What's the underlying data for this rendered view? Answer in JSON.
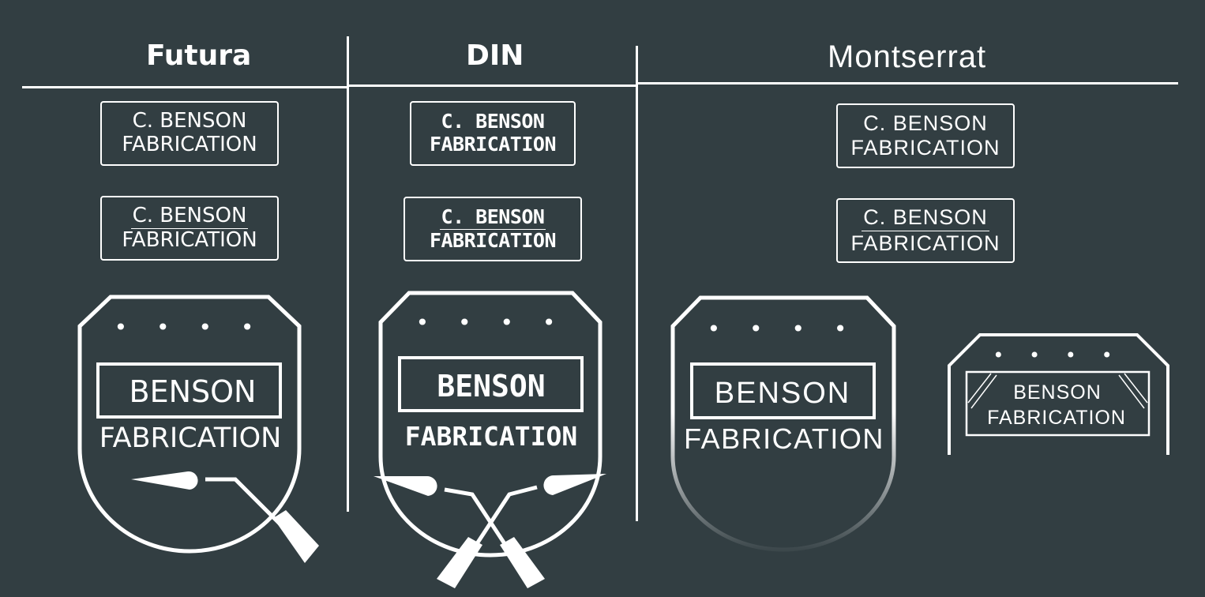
{
  "columns": [
    {
      "title": "Futura"
    },
    {
      "title": "DIN"
    },
    {
      "title": "Montserrat"
    }
  ],
  "labels": {
    "line1": "C. BENSON",
    "line2": "FABRICATION"
  },
  "badges": {
    "name": "BENSON",
    "sub": "FABRICATION",
    "dots": "• • • •"
  },
  "colors": {
    "background": "#323e42",
    "foreground": "#ffffff"
  }
}
